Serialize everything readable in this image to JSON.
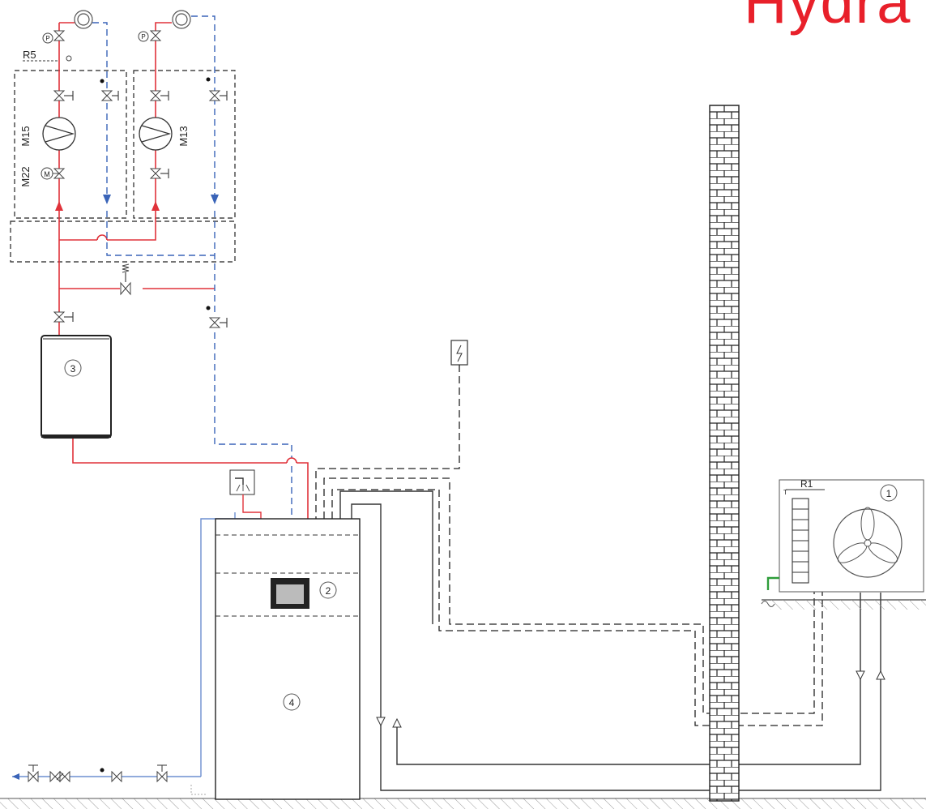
{
  "title": "Hydra",
  "labels": {
    "r5": "R5",
    "m15": "M15",
    "m22": "M22",
    "m13": "M13",
    "r1": "R1",
    "mixer_m": "M",
    "gauge_left": "P",
    "gauge_right": "P",
    "sensor_t": "T"
  },
  "components": {
    "outdoor_unit": "1",
    "controller": "2",
    "boiler": "3",
    "indoor_unit": "4"
  },
  "colors": {
    "supply": "#e0323a",
    "return": "#3a64b8",
    "return_pipe": "#6d8fd0",
    "outline": "#222222",
    "pipe_gray": "#555555",
    "earth": "#2e9d3a",
    "title": "#e8202a"
  }
}
